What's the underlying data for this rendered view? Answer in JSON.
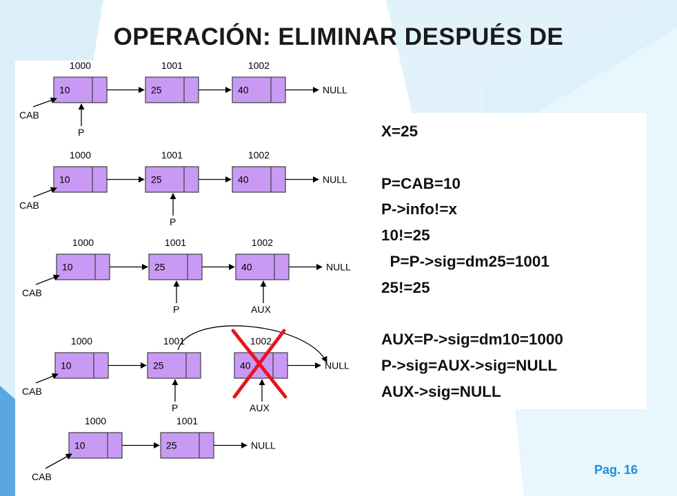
{
  "title": "OPERACIÓN: ELIMINAR DESPUÉS DE",
  "page_label": "Pag. 16",
  "colors": {
    "node_fill": "#c89af4",
    "node_stroke": "#3c3c3c",
    "cross": "#e8141e",
    "page_number": "#1e8fd0",
    "background_accent": "#bfe4f6"
  },
  "diagram": {
    "labels": {
      "null": "NULL",
      "head": "CAB",
      "p": "P",
      "aux": "AUX"
    },
    "steps": [
      {
        "nodes": [
          {
            "address": "1000",
            "value": "10"
          },
          {
            "address": "1001",
            "value": "25"
          },
          {
            "address": "1002",
            "value": "40"
          }
        ],
        "p_node": 0,
        "aux_node": null,
        "deleted_node": null
      },
      {
        "nodes": [
          {
            "address": "1000",
            "value": "10"
          },
          {
            "address": "1001",
            "value": "25"
          },
          {
            "address": "1002",
            "value": "40"
          }
        ],
        "p_node": 1,
        "aux_node": null,
        "deleted_node": null
      },
      {
        "nodes": [
          {
            "address": "1000",
            "value": "10"
          },
          {
            "address": "1001",
            "value": "25"
          },
          {
            "address": "1002",
            "value": "40"
          }
        ],
        "p_node": 1,
        "aux_node": 2,
        "deleted_node": null
      },
      {
        "nodes": [
          {
            "address": "1000",
            "value": "10"
          },
          {
            "address": "1001",
            "value": "25"
          },
          {
            "address": "1002",
            "value": "40"
          }
        ],
        "p_node": 1,
        "aux_node": 2,
        "deleted_node": 2
      },
      {
        "nodes": [
          {
            "address": "1000",
            "value": "10"
          },
          {
            "address": "1001",
            "value": "25"
          }
        ],
        "p_node": null,
        "aux_node": null,
        "deleted_node": null
      }
    ]
  },
  "code": {
    "lines": [
      "X=25",
      "",
      "P=CAB=10",
      "P->info!=x",
      "10!=25",
      "  P=P->sig=dm25=1001",
      "25!=25",
      "",
      "AUX=P->sig=dm10=1000",
      "P->sig=AUX->sig=NULL",
      "AUX->sig=NULL"
    ]
  }
}
